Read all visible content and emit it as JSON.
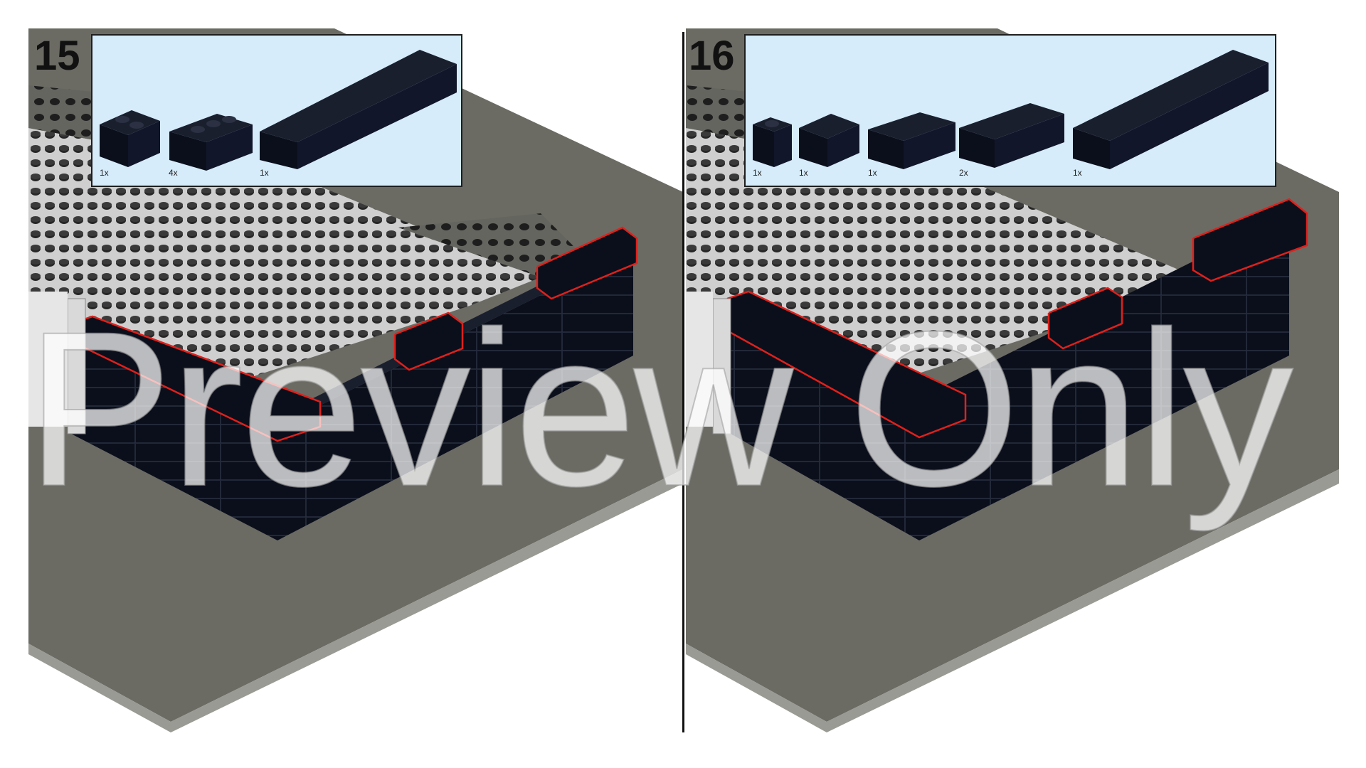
{
  "steps": [
    {
      "number": "15",
      "parts": [
        {
          "qty": "1x",
          "name": "brick-1x2-black"
        },
        {
          "qty": "4x",
          "name": "brick-1x3-black"
        },
        {
          "qty": "1x",
          "name": "brick-1x8-black"
        }
      ]
    },
    {
      "number": "16",
      "parts": [
        {
          "qty": "1x",
          "name": "brick-1x1-black"
        },
        {
          "qty": "1x",
          "name": "brick-1x2-black"
        },
        {
          "qty": "1x",
          "name": "brick-1x3-black"
        },
        {
          "qty": "2x",
          "name": "brick-1x4-black"
        },
        {
          "qty": "1x",
          "name": "brick-1x8-black"
        }
      ]
    }
  ],
  "watermark": "Preview Only",
  "colors": {
    "baseplate_dark": "#6b6b64",
    "baseplate_light": "#c9c9c9",
    "brick": "#0b0f1c",
    "highlight": "#e0201b",
    "callout_bg": "#d6ecfb"
  }
}
